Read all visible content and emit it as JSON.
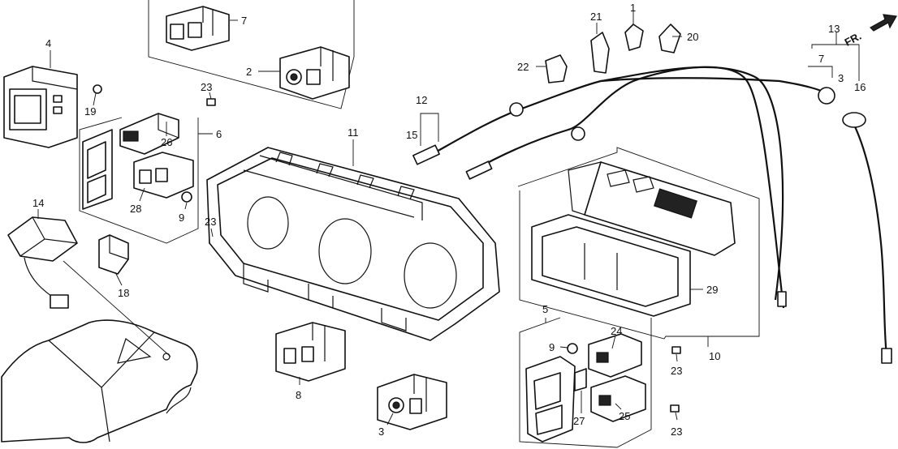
{
  "direction_label": "FR.",
  "callouts": [
    "1",
    "2",
    "3",
    "4",
    "5",
    "6",
    "7",
    "8",
    "9",
    "9",
    "10",
    "11",
    "12",
    "13",
    "14",
    "15",
    "16",
    "18",
    "19",
    "20",
    "21",
    "22",
    "23",
    "23",
    "23",
    "23",
    "24",
    "25",
    "26",
    "27",
    "28",
    "29"
  ],
  "c": {
    "n1": "1",
    "n2": "2",
    "n3": "3",
    "n4": "4",
    "n5": "5",
    "n6": "6",
    "n7a": "7",
    "n7b": "7",
    "n8": "8",
    "n9a": "9",
    "n9b": "9",
    "n10": "10",
    "n11": "11",
    "n12": "12",
    "n13": "13",
    "n14": "14",
    "n15": "15",
    "n16": "16",
    "n18": "18",
    "n19": "19",
    "n20": "20",
    "n21": "21",
    "n22": "22",
    "n23a": "23",
    "n23b": "23",
    "n23c": "23",
    "n23d": "23",
    "n24": "24",
    "n25": "25",
    "n26": "26",
    "n27": "27",
    "n28": "28",
    "n29": "29",
    "n3b": "3"
  }
}
